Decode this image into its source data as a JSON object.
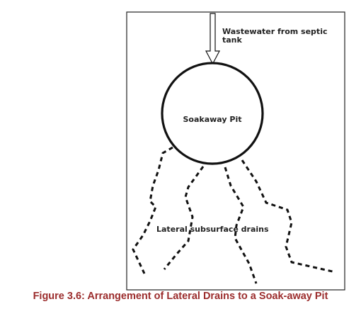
{
  "diagram": {
    "inflow_label_line1": "Wastewater from septic",
    "inflow_label_line2": "tank",
    "pit_label": "Soakaway Pit",
    "drains_label": "Lateral subsurface drains",
    "stroke_color": "#111111",
    "frame_color": "#222222"
  },
  "caption": {
    "text": "Figure 3.6: Arrangement of Lateral Drains to a Soak-away Pit",
    "color": "#9b2c2c"
  }
}
